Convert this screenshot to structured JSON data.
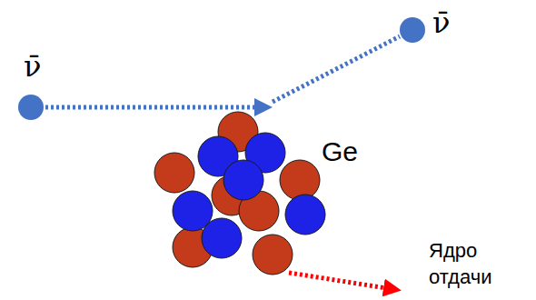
{
  "diagram": {
    "labels": [
      "ν̄",
      "ν̄",
      "Ge",
      "Ядро отдачи"
    ]
  }
}
